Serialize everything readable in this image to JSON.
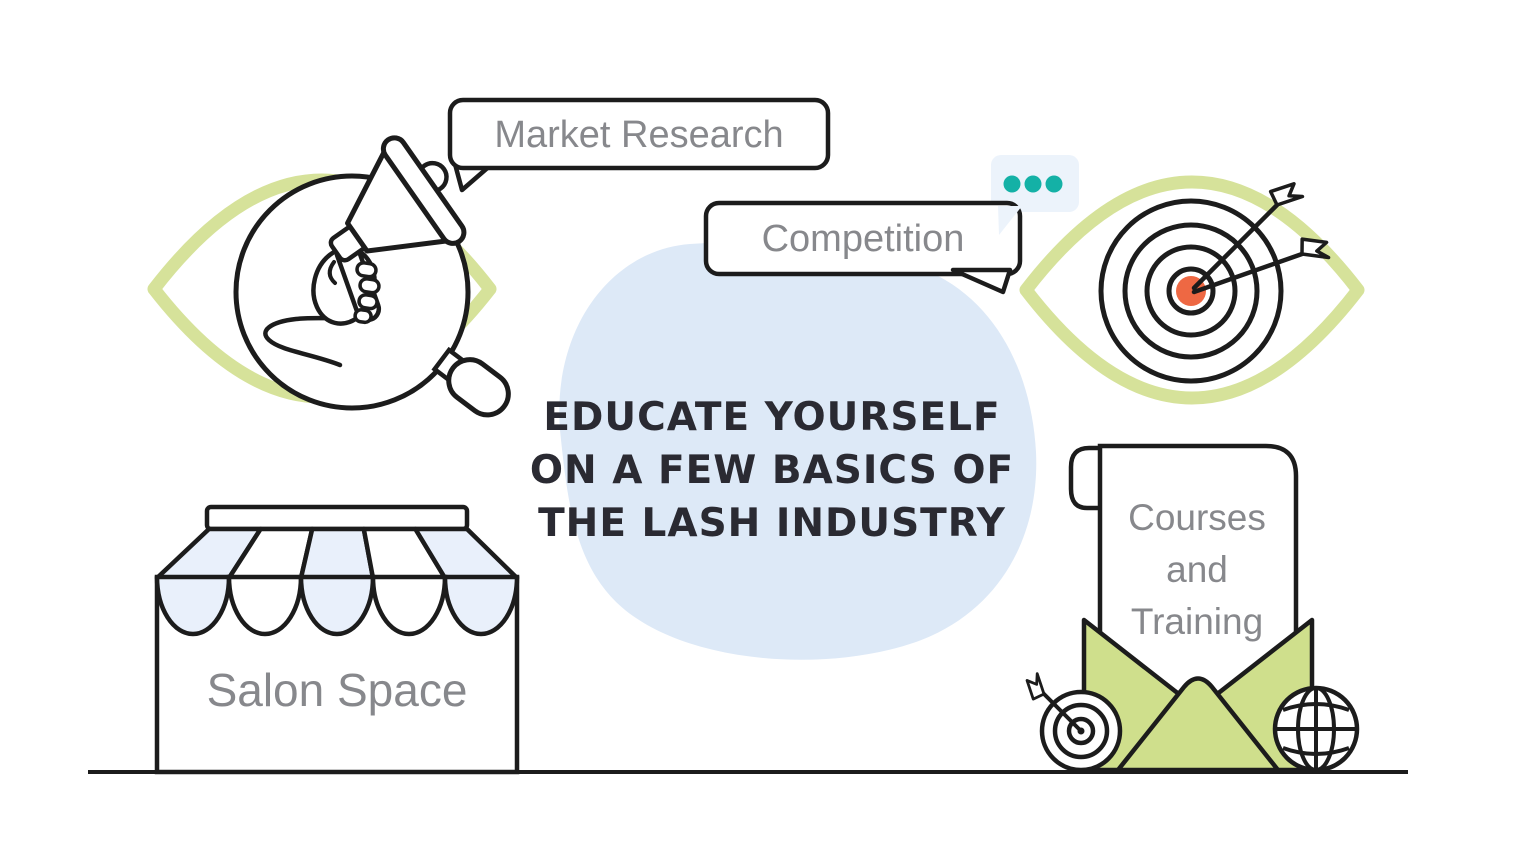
{
  "headline": {
    "line1": "EDUCATE YOURSELF",
    "line2": "ON A FEW BASICS OF",
    "line3": "THE LASH INDUSTRY"
  },
  "speech_bubbles": {
    "market_research": "Market Research",
    "competition": "Competition"
  },
  "storefront": {
    "label": "Salon Space"
  },
  "scroll": {
    "line1": "Courses",
    "line2": "and",
    "line3": "Training"
  },
  "icons": {
    "top_left": "eye-magnifier-megaphone-icon",
    "top_right": "eye-target-arrows-icon",
    "bottom_left": "storefront-awning-icon",
    "bottom_right": "envelope-scroll-icon",
    "typing": "typing-dots-icon",
    "small_target": "target-arrow-icon",
    "globe": "globe-icon"
  },
  "colors": {
    "ink": "#1c1c1c",
    "label_gray": "#87888c",
    "headline_ink": "#2a2a32",
    "lime": "#d6e29a",
    "envelope_green": "#cfdf8c",
    "teal": "#14b1a6",
    "orange": "#ee6843",
    "blob_blue": "#dde9f7",
    "awning_blue": "#e9f0fb",
    "typing_bubble_blue": "#ecf3fb"
  }
}
